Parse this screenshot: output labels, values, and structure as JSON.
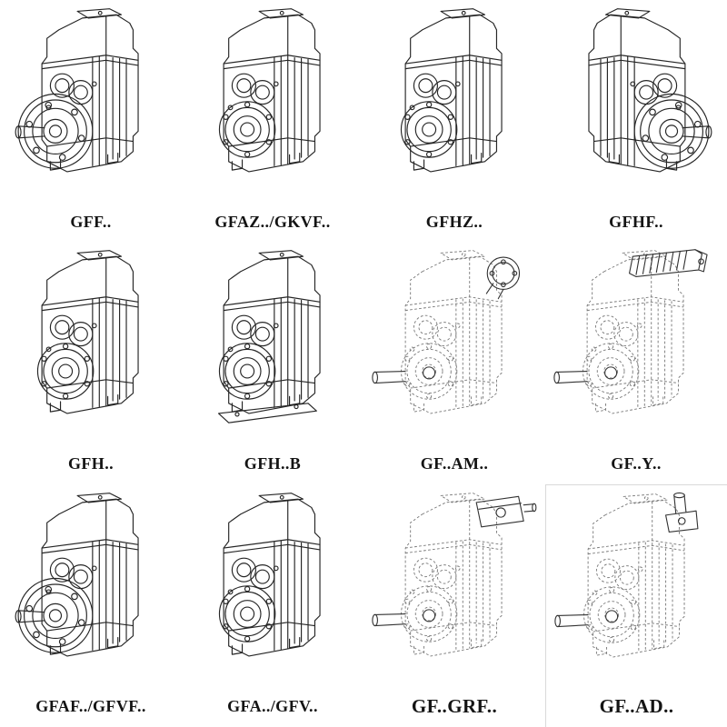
{
  "page": {
    "background": "#ffffff",
    "ink": "#262626",
    "dashed_ink": "#7a7a7a"
  },
  "catalog": {
    "cells": [
      {
        "label": "GFF..",
        "figure": "parallel-shaft-gearbox-output-flange"
      },
      {
        "label": "GFAZ../GKVF..",
        "figure": "parallel-shaft-gearbox-hollow-shaft"
      },
      {
        "label": "GFHZ..",
        "figure": "parallel-shaft-gearbox-hollow-shaft"
      },
      {
        "label": "GFHF..",
        "figure": "parallel-shaft-gearbox-output-flange-mirrored"
      },
      {
        "label": "GFH..",
        "figure": "parallel-shaft-gearbox-hollow-shaft"
      },
      {
        "label": "GFH..B",
        "figure": "parallel-shaft-gearbox-foot-mounted"
      },
      {
        "label": "GF..AM..",
        "figure": "gearbox-with-motor-adapter-flange-phantom"
      },
      {
        "label": "GF..Y..",
        "figure": "gearbox-with-mounted-motor-phantom"
      },
      {
        "label": "GFAF../GFVF..",
        "figure": "parallel-shaft-gearbox-output-flange"
      },
      {
        "label": "GFA../GFV..",
        "figure": "parallel-shaft-gearbox-hollow-shaft"
      },
      {
        "label": "GF..GRF..",
        "figure": "gearbox-with-input-adapter-phantom"
      },
      {
        "label": "GF..AD..",
        "figure": "gearbox-with-top-input-shaft-phantom"
      }
    ]
  }
}
